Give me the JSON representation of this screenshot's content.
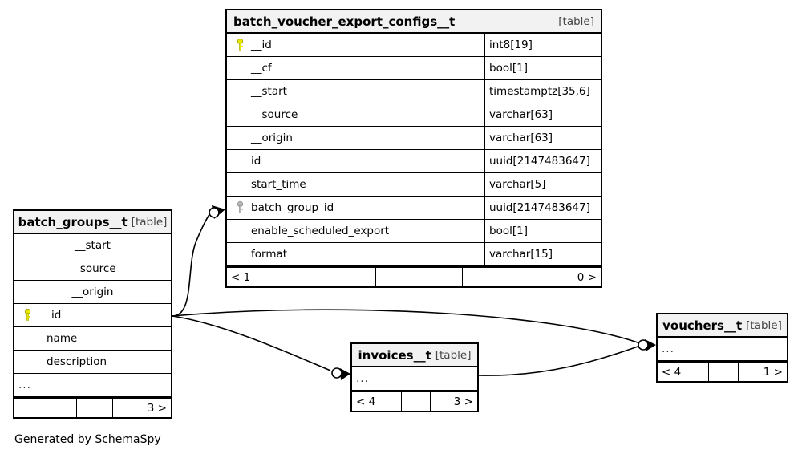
{
  "diagram": {
    "caption": "Generated by SchemaSpy",
    "table_tag": "[table]",
    "ellipsis": "...",
    "colors": {
      "primary_key": "#e8e800",
      "foreign_key": "#a9a9a9",
      "border": "#000000",
      "header_background": "#f2f2f2",
      "background": "#ffffff"
    }
  },
  "tables": {
    "batch_voucher_export_configs": {
      "name": "batch_voucher_export_configs__t",
      "tag": "[table]",
      "columns": [
        {
          "name": "__id",
          "type": "int8[19]",
          "key": "primary"
        },
        {
          "name": "__cf",
          "type": "bool[1]",
          "key": "none"
        },
        {
          "name": "__start",
          "type": "timestamptz[35,6]",
          "key": "none"
        },
        {
          "name": "__source",
          "type": "varchar[63]",
          "key": "none"
        },
        {
          "name": "__origin",
          "type": "varchar[63]",
          "key": "none"
        },
        {
          "name": "id",
          "type": "uuid[2147483647]",
          "key": "none"
        },
        {
          "name": "start_time",
          "type": "varchar[5]",
          "key": "none"
        },
        {
          "name": "batch_group_id",
          "type": "uuid[2147483647]",
          "key": "foreign"
        },
        {
          "name": "enable_scheduled_export",
          "type": "bool[1]",
          "key": "none"
        },
        {
          "name": "format",
          "type": "varchar[15]",
          "key": "none"
        }
      ],
      "footer": {
        "left": "< 1",
        "middle": "",
        "right": "0 >"
      }
    },
    "batch_groups": {
      "name": "batch_groups__t",
      "tag": "[table]",
      "columns": [
        {
          "name": "__start",
          "key": "none"
        },
        {
          "name": "__source",
          "key": "none"
        },
        {
          "name": "__origin",
          "key": "none"
        },
        {
          "name": "id",
          "key": "primary"
        },
        {
          "name": "name",
          "key": "none"
        },
        {
          "name": "description",
          "key": "none"
        }
      ],
      "more_row": "...",
      "footer": {
        "left": "",
        "middle": "",
        "right": "3 >"
      }
    },
    "invoices": {
      "name": "invoices__t",
      "tag": "[table]",
      "more_row": "...",
      "footer": {
        "left": "< 4",
        "middle": "",
        "right": "3 >"
      }
    },
    "vouchers": {
      "name": "vouchers__t",
      "tag": "[table]",
      "more_row": "...",
      "footer": {
        "left": "< 4",
        "middle": "",
        "right": "1 >"
      }
    }
  }
}
